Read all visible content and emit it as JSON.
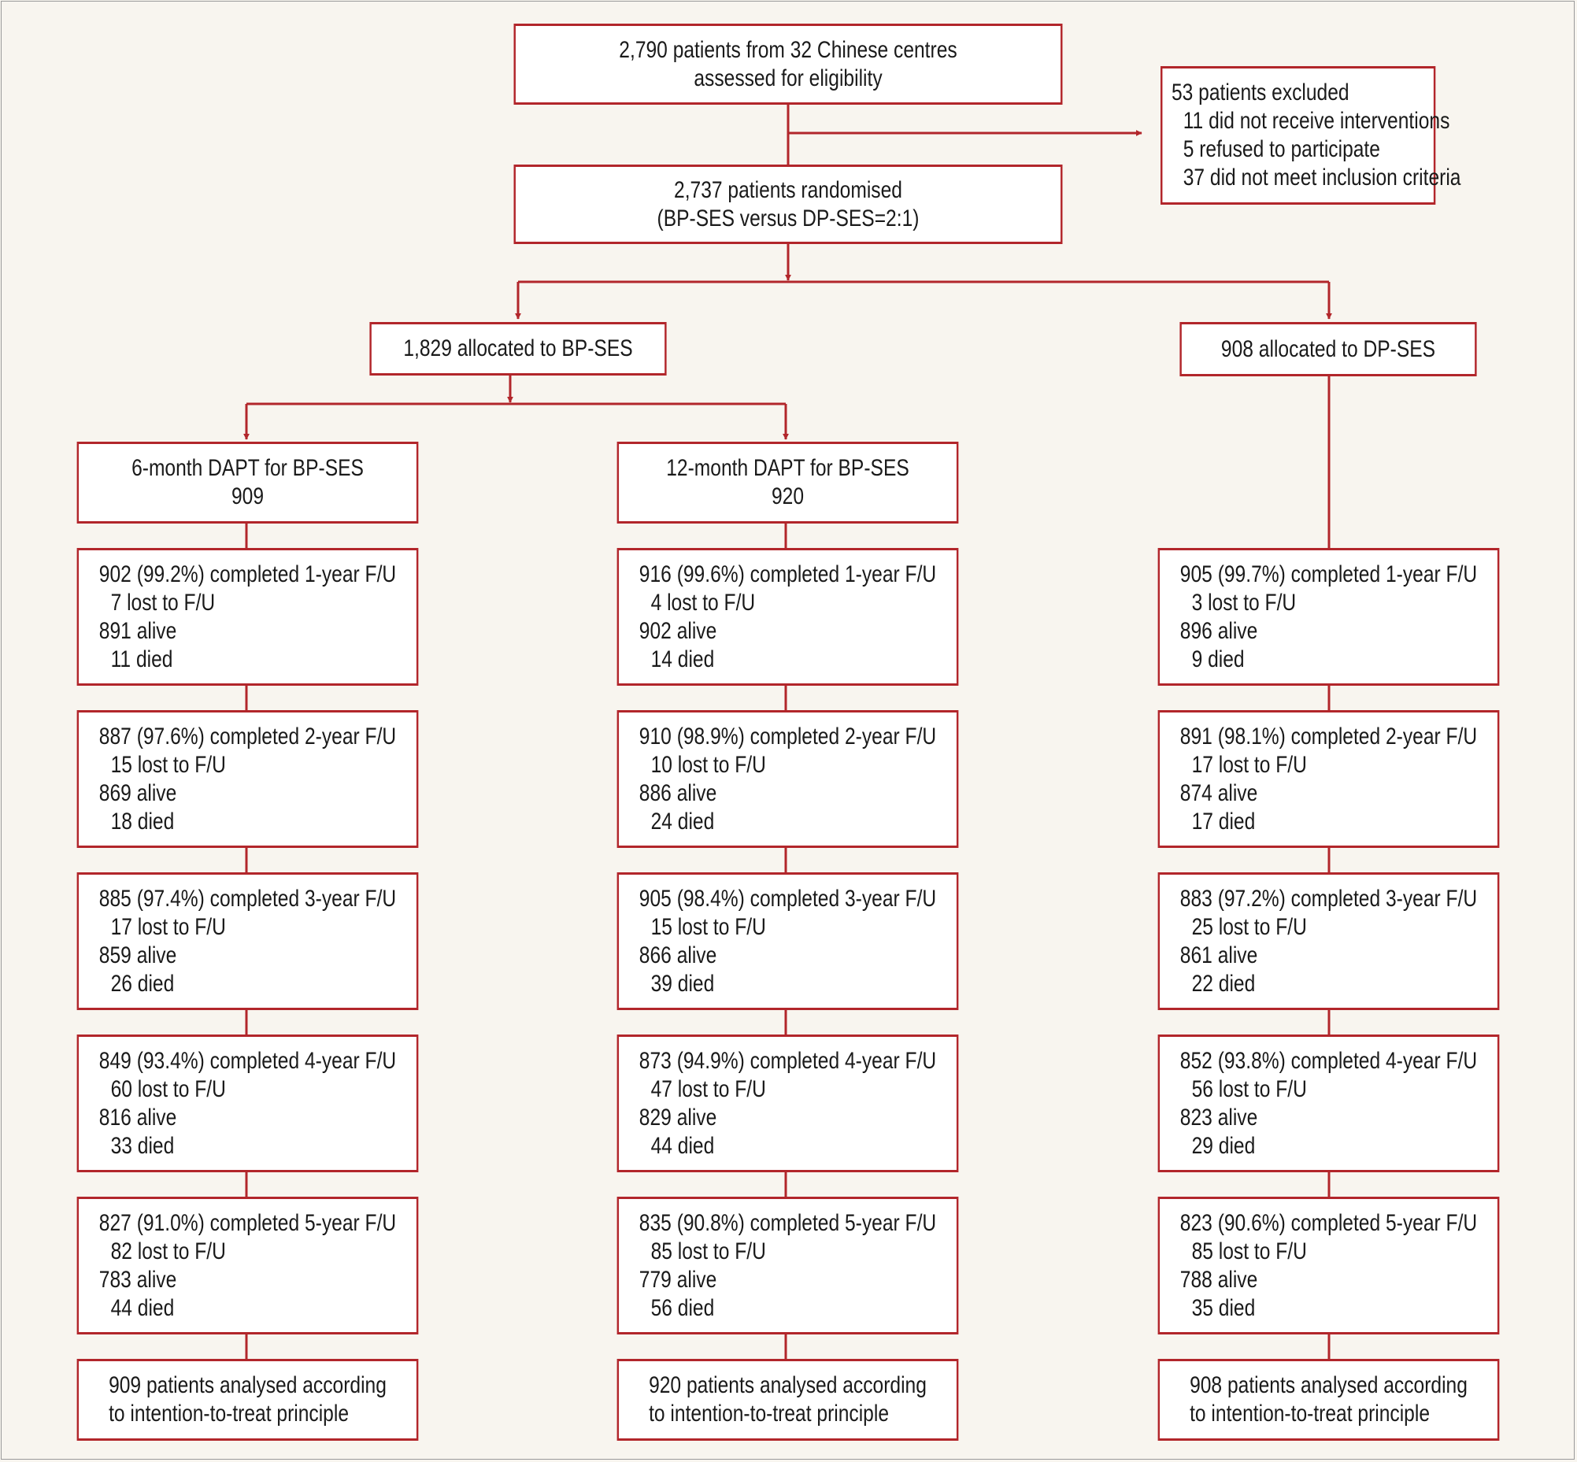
{
  "colors": {
    "accent": "#b2262b",
    "background": "#f8f5ef",
    "box_fill": "#ffffff"
  },
  "assessed": {
    "line1": "2,790 patients from 32 Chinese centres",
    "line2": "assessed for eligibility"
  },
  "excluded": {
    "title": "53 patients excluded",
    "items": [
      "11 did not receive interventions",
      "5 refused to participate",
      "37 did not meet inclusion criteria"
    ]
  },
  "randomised": {
    "line1": "2,737 patients randomised",
    "line2": "(BP-SES versus DP-SES=2:1)"
  },
  "alloc_bp": "1,829 allocated to BP-SES",
  "alloc_dp": "908 allocated to DP-SES",
  "arm6": {
    "line1": "6-month DAPT for BP-SES",
    "line2": "909"
  },
  "arm12": {
    "line1": "12-month DAPT for BP-SES",
    "line2": "920"
  },
  "columns": [
    {
      "followup": [
        {
          "completed": "902 (99.2%) completed 1-year F/U",
          "lost": "7 lost to F/U",
          "alive": "891 alive",
          "died": "11 died"
        },
        {
          "completed": "887 (97.6%) completed 2-year F/U",
          "lost": "15 lost to F/U",
          "alive": "869 alive",
          "died": "18 died"
        },
        {
          "completed": "885 (97.4%) completed 3-year F/U",
          "lost": "17 lost to F/U",
          "alive": "859 alive",
          "died": "26 died"
        },
        {
          "completed": "849 (93.4%) completed 4-year F/U",
          "lost": "60 lost to F/U",
          "alive": "816 alive",
          "died": "33 died"
        },
        {
          "completed": "827 (91.0%) completed 5-year F/U",
          "lost": "82 lost to F/U",
          "alive": "783 alive",
          "died": "44 died"
        }
      ],
      "analysed": {
        "line1": "909 patients analysed according",
        "line2": "to intention-to-treat principle"
      }
    },
    {
      "followup": [
        {
          "completed": "916 (99.6%) completed 1-year F/U",
          "lost": "4 lost to F/U",
          "alive": "902 alive",
          "died": "14 died"
        },
        {
          "completed": "910 (98.9%) completed 2-year F/U",
          "lost": "10 lost to F/U",
          "alive": "886 alive",
          "died": "24 died"
        },
        {
          "completed": "905 (98.4%) completed 3-year F/U",
          "lost": "15 lost to F/U",
          "alive": "866 alive",
          "died": "39 died"
        },
        {
          "completed": "873 (94.9%) completed 4-year F/U",
          "lost": "47 lost to F/U",
          "alive": "829 alive",
          "died": "44 died"
        },
        {
          "completed": "835 (90.8%) completed 5-year F/U",
          "lost": "85 lost to F/U",
          "alive": "779 alive",
          "died": "56 died"
        }
      ],
      "analysed": {
        "line1": "920 patients analysed according",
        "line2": "to intention-to-treat principle"
      }
    },
    {
      "followup": [
        {
          "completed": "905 (99.7%) completed 1-year F/U",
          "lost": "3 lost to F/U",
          "alive": "896 alive",
          "died": "9 died"
        },
        {
          "completed": "891 (98.1%) completed 2-year F/U",
          "lost": "17 lost to F/U",
          "alive": "874 alive",
          "died": "17 died"
        },
        {
          "completed": "883 (97.2%) completed 3-year F/U",
          "lost": "25 lost to F/U",
          "alive": "861 alive",
          "died": "22 died"
        },
        {
          "completed": "852 (93.8%) completed 4-year F/U",
          "lost": "56 lost to F/U",
          "alive": "823 alive",
          "died": "29 died"
        },
        {
          "completed": "823 (90.6%) completed 5-year F/U",
          "lost": "85 lost to F/U",
          "alive": "788 alive",
          "died": "35 died"
        }
      ],
      "analysed": {
        "line1": "908 patients analysed according",
        "line2": "to intention-to-treat principle"
      }
    }
  ]
}
